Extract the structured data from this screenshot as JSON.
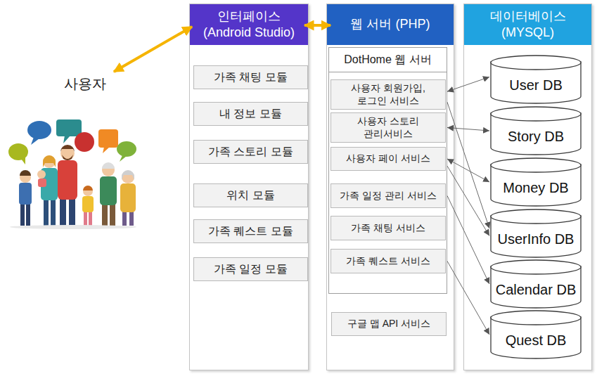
{
  "diagram": {
    "nodes": [
      {
        "text": [
          "사용자"
        ]
      },
      {
        "text": [
          "인터페이스 (Android Studio)"
        ]
      },
      {
        "text": [
          "가족 채팅 모듈"
        ],
        "in": 1
      },
      {
        "text": [
          "내 정보 모듈"
        ],
        "in": 1
      },
      {
        "text": [
          "가족 스토리 모듈"
        ],
        "in": 1
      },
      {
        "text": [
          "위치 모듈"
        ],
        "in": 1
      },
      {
        "text": [
          "가족 퀘스트 모듈"
        ],
        "in": 1
      },
      {
        "text": [
          "가족 일정 모듈"
        ],
        "in": 1
      },
      {
        "text": [
          "웹 서버 (PHP)"
        ]
      },
      {
        "text": [
          "DotHome 웹 서버"
        ],
        "in": 8
      },
      {
        "text": [
          "사용자 회원가입, 로그인 서비스"
        ],
        "in": 9
      },
      {
        "text": [
          "사용자 스토리 관리서비스"
        ],
        "in": 9
      },
      {
        "text": [
          "사용자 페이 서비스"
        ],
        "in": 9
      },
      {
        "text": [
          "가족 일정 관리 서비스"
        ],
        "in": 9
      },
      {
        "text": [
          "가족 채팅 서비스"
        ],
        "in": 9
      },
      {
        "text": [
          "가족 퀘스트 서비스"
        ],
        "in": 9
      },
      {
        "text": [
          "구글 맵 API 서비스"
        ],
        "in": 8
      },
      {
        "text": [
          "데이터베이스 (MYSQL)"
        ]
      },
      {
        "text": [
          "User DB"
        ],
        "in": 17
      },
      {
        "text": [
          "Story DB"
        ],
        "in": 17
      },
      {
        "text": [
          "Money DB"
        ],
        "in": 17
      },
      {
        "text": [
          "UserInfo DB"
        ],
        "in": 17
      },
      {
        "text": [
          "Calendar DB"
        ],
        "in": 17
      },
      {
        "text": [
          "Quest DB"
        ],
        "in": 17
      }
    ],
    "edges": [
      {
        "from": 0,
        "to": 1,
        "arrow": "both"
      },
      {
        "from": 1,
        "to": 8,
        "arrow": "both"
      },
      {
        "from": 10,
        "to": 18,
        "arrow": "both"
      },
      {
        "from": 10,
        "to": 21,
        "arrow": "to"
      },
      {
        "from": 11,
        "to": 19,
        "arrow": "both"
      },
      {
        "from": 12,
        "to": 20,
        "arrow": "both"
      },
      {
        "from": 12,
        "to": 21,
        "arrow": "to"
      },
      {
        "from": 13,
        "to": 22,
        "arrow": "to"
      },
      {
        "from": 15,
        "to": 23,
        "arrow": "to"
      }
    ]
  }
}
